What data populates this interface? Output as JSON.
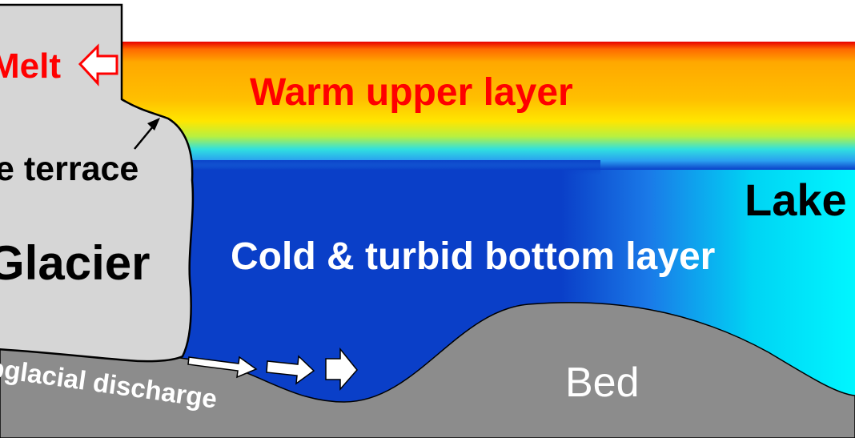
{
  "labels": {
    "melt": "Melt",
    "warm_layer": "Warm upper layer",
    "ice_terrace": "e terrace",
    "lake": "Lake",
    "glacier": "Glacier",
    "cold_layer": "Cold & turbid bottom layer",
    "bed": "Bed",
    "subglacial_discharge": "bglacial discharge"
  },
  "colors": {
    "melt_red": "#ff0000",
    "warm_top": "#ff0000",
    "warm_orange": "#ffb300",
    "warm_yellow": "#ffd000",
    "transition_cyan": "#22e0f0",
    "cold_blue": "#0a3fc8",
    "lake_cyan": "#00f0ff",
    "glacier_gray": "#d6d6d6",
    "bed_gray": "#8c8c8c",
    "text_black": "#000000",
    "text_white": "#ffffff"
  }
}
